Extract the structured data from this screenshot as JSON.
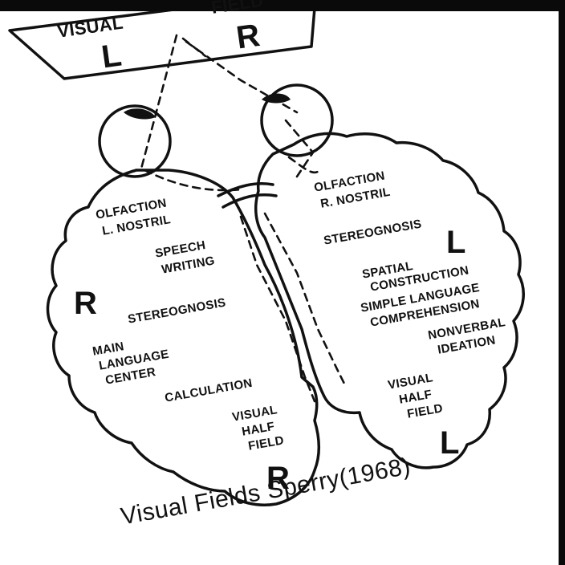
{
  "visual_field": {
    "word_left": "VISUAL",
    "word_right": "FIELD",
    "letter_left": "L",
    "letter_right": "R"
  },
  "left_hemisphere": {
    "olfaction": [
      "OLFACTION",
      "L. NOSTRIL"
    ],
    "speech": [
      "SPEECH",
      "WRITING"
    ],
    "side_letter": "R",
    "stereognosis": "STEREOGNOSIS",
    "language": [
      "MAIN",
      "LANGUAGE",
      "CENTER"
    ],
    "calculation": "CALCULATION",
    "visual_half_field": [
      "VISUAL",
      "HALF",
      "FIELD"
    ],
    "bottom_letter": "R"
  },
  "right_hemisphere": {
    "olfaction": [
      "OLFACTION",
      "R. NOSTRIL"
    ],
    "stereognosis": "STEREOGNOSIS",
    "side_letter": "L",
    "spatial": [
      "SPATIAL",
      "CONSTRUCTION"
    ],
    "simple_language": [
      "SIMPLE LANGUAGE",
      "COMPREHENSION"
    ],
    "nonverbal": [
      "NONVERBAL",
      "IDEATION"
    ],
    "visual_half_field": [
      "VISUAL",
      "HALF",
      "FIELD"
    ],
    "bottom_letter": "L"
  },
  "caption": "Visual Fields Sperry(1968)"
}
